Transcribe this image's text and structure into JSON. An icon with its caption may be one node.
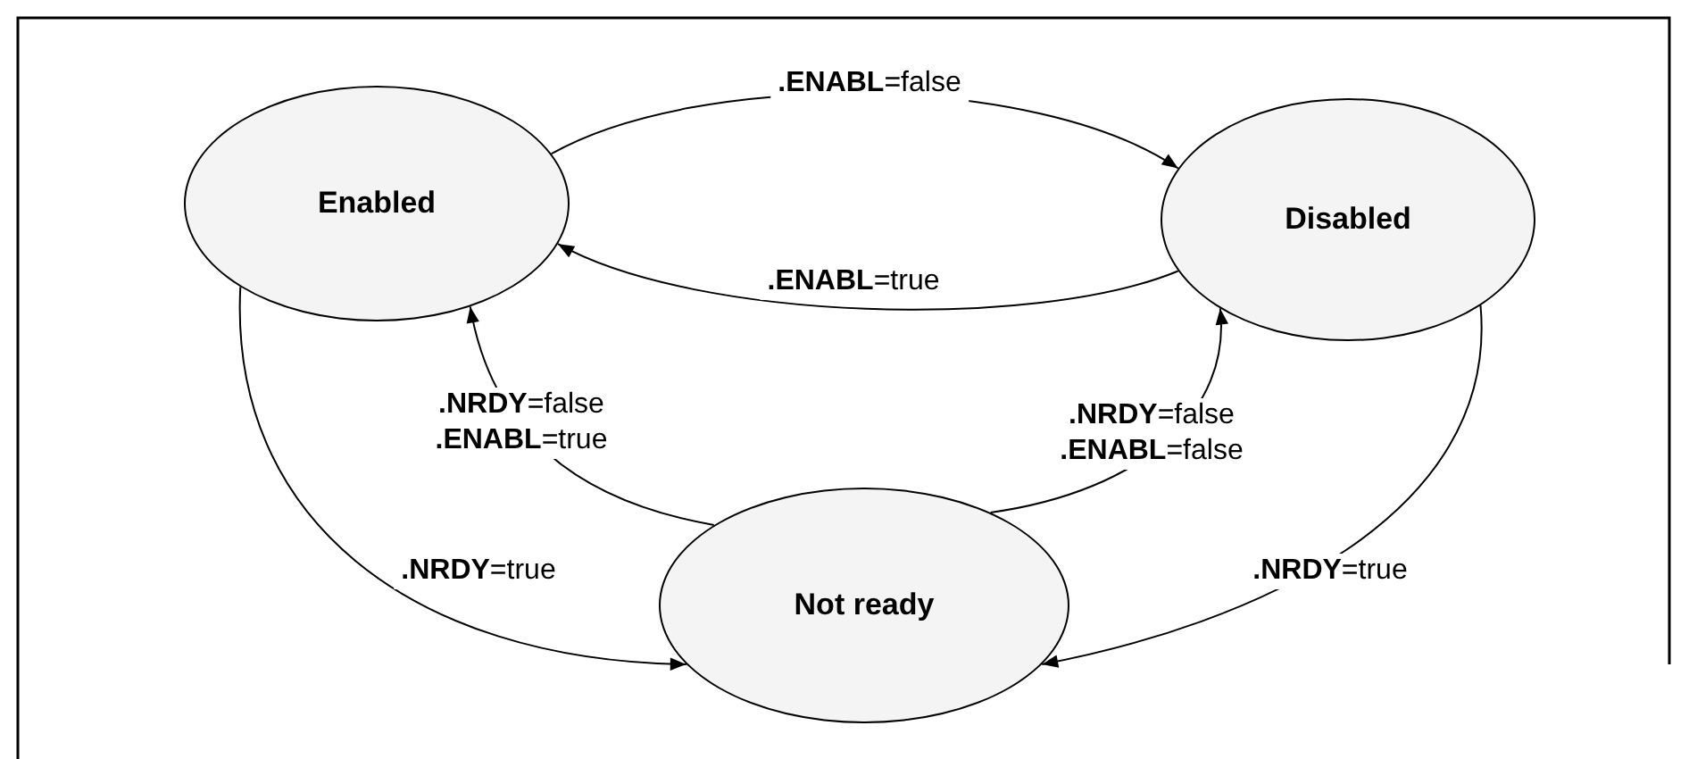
{
  "diagram": {
    "nodes": [
      {
        "text": [
          "Enabled"
        ]
      },
      {
        "text": [
          "Disabled"
        ]
      },
      {
        "text": [
          "Not ready"
        ]
      }
    ],
    "edges": [
      {
        "from": 0,
        "to": 1,
        "arrow": "to",
        "label": "**.ENABL**=false"
      },
      {
        "from": 1,
        "to": 0,
        "arrow": "to",
        "label": "**.ENABL**=true"
      },
      {
        "from": 2,
        "to": 0,
        "arrow": "to",
        "label": "**.NRDY**=false **.ENABL**=true"
      },
      {
        "from": 2,
        "to": 1,
        "arrow": "to",
        "label": "**.NRDY**=false **.ENABL**=false"
      },
      {
        "from": 0,
        "to": 2,
        "arrow": "to",
        "label": "**.NRDY**=true"
      },
      {
        "from": 1,
        "to": 2,
        "arrow": "to",
        "label": "**.NRDY**=true"
      }
    ]
  }
}
